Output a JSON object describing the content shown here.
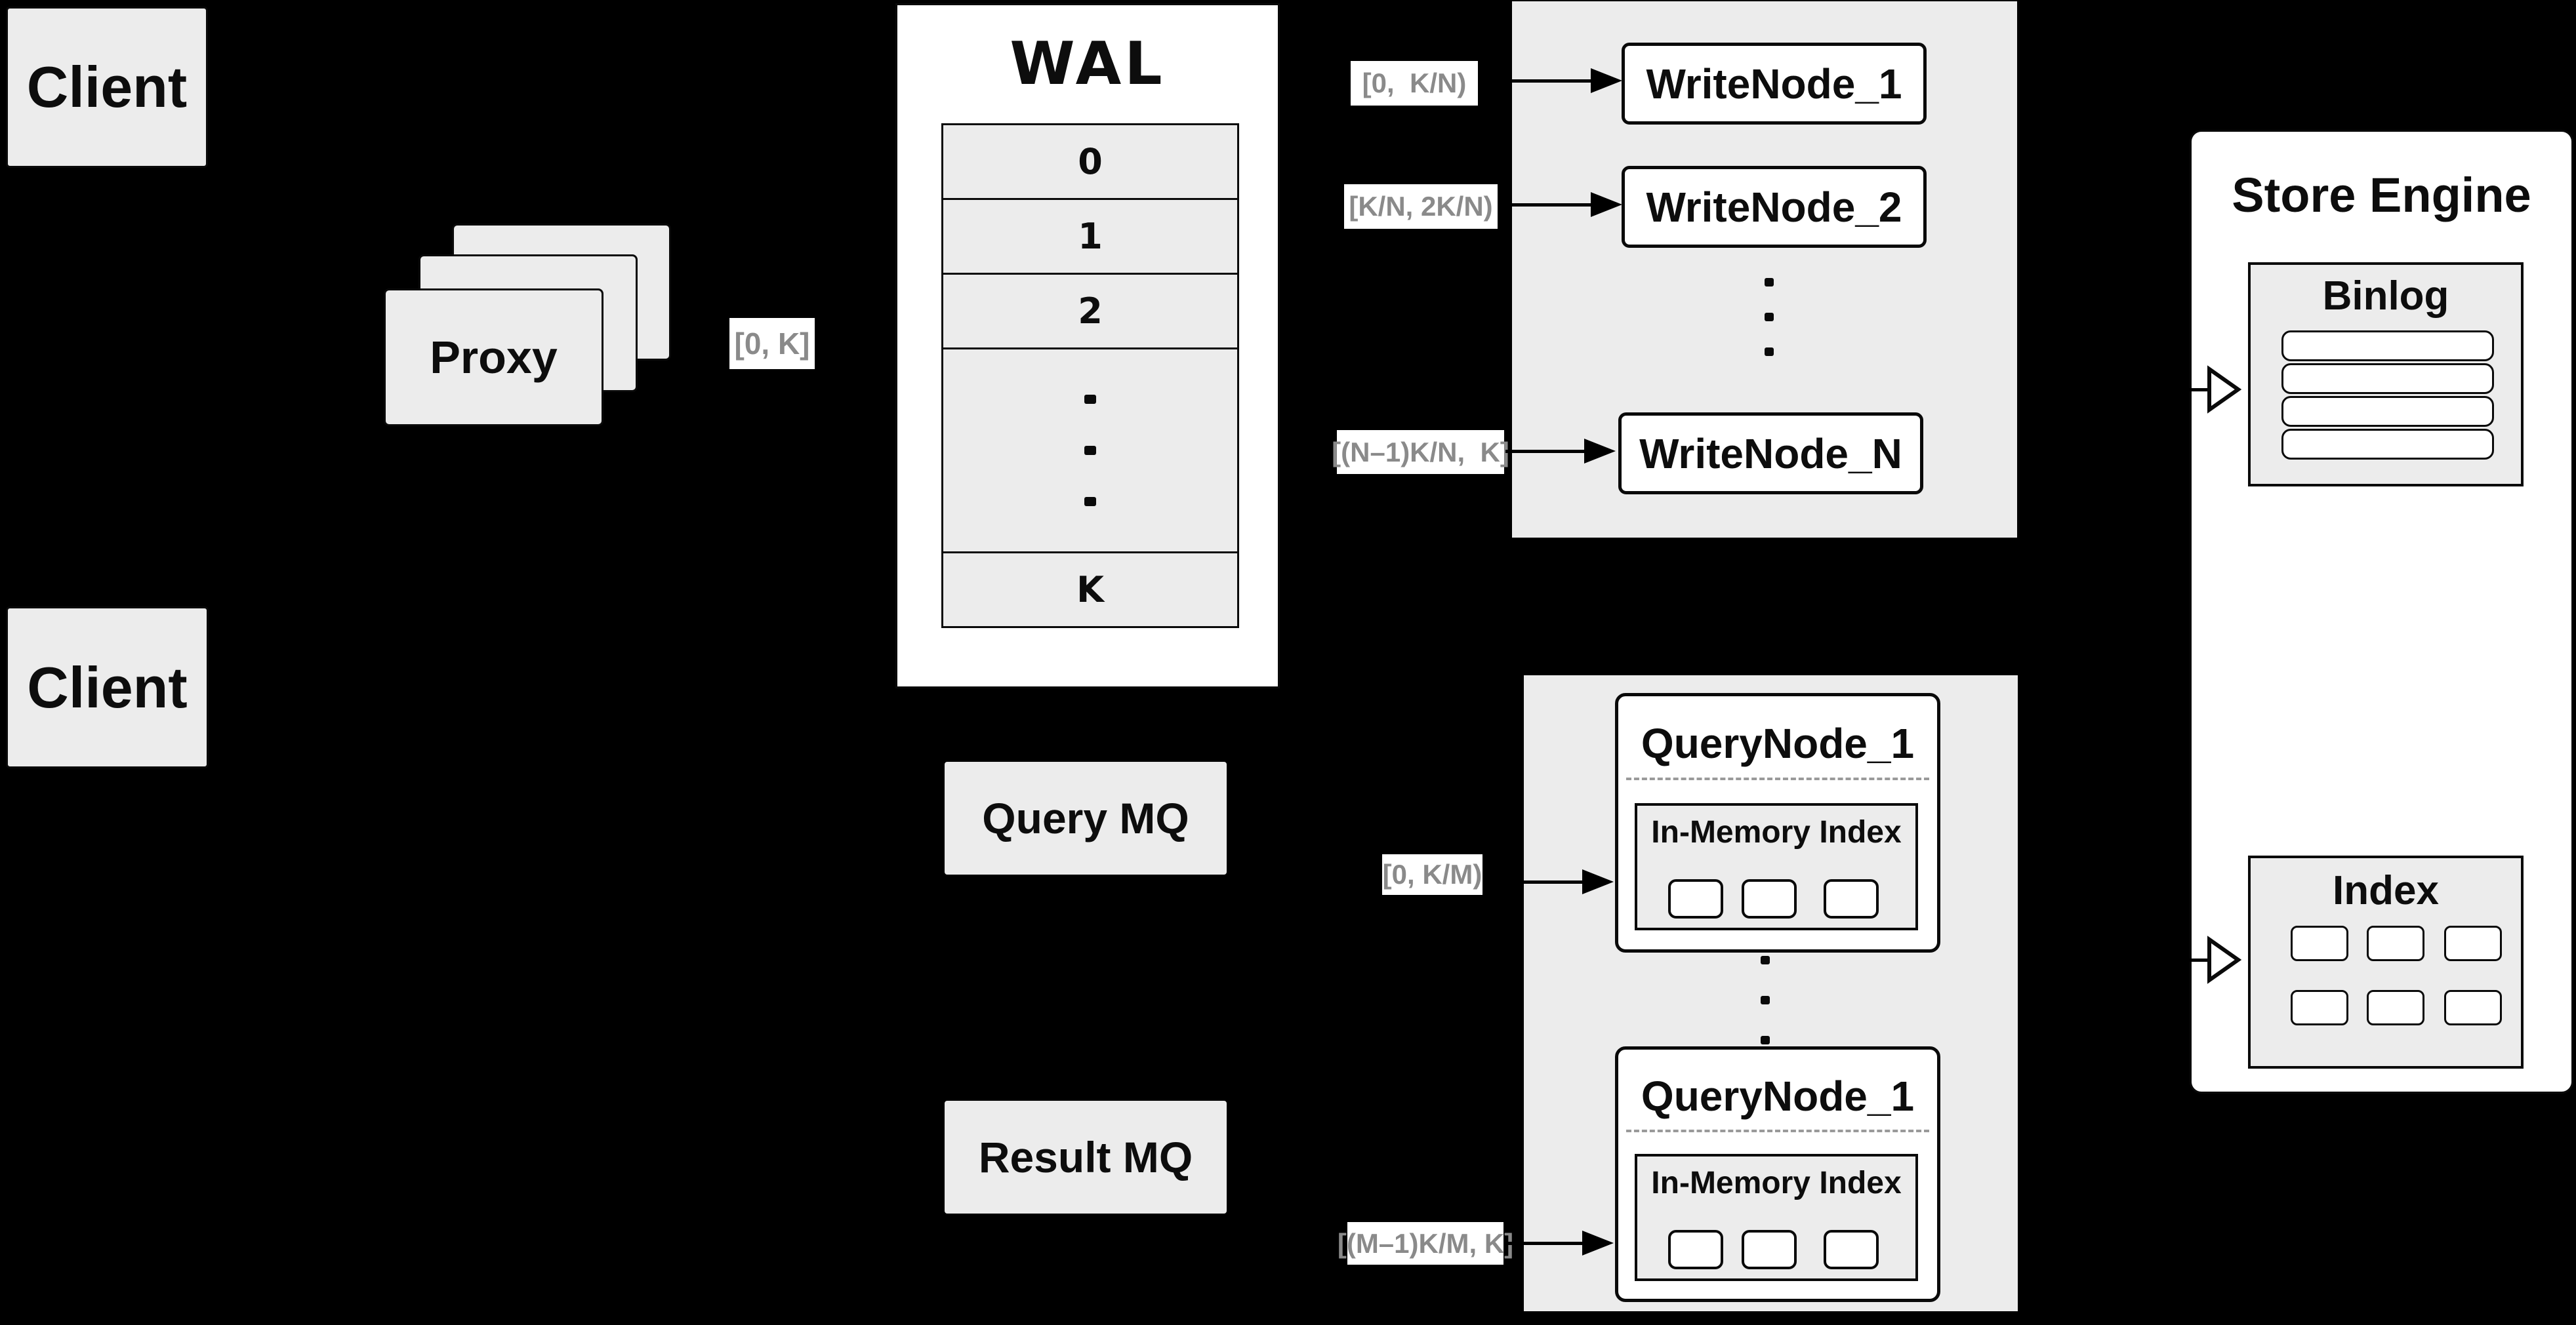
{
  "colors": {
    "background": "#000000",
    "panel_gray": "#ececec",
    "box_white": "#ffffff",
    "line_black": "#0a0a0a",
    "chip_text_gray": "#8a8a8a",
    "dashed_gray": "#9a9a9a"
  },
  "clients": {
    "top_label": "Client",
    "bottom_label": "Client"
  },
  "proxy": {
    "label": "Proxy",
    "range_chip": "[0, K]"
  },
  "wal": {
    "title": "WAL",
    "segments": [
      "0",
      "1",
      "2",
      "K"
    ]
  },
  "write_group": {
    "node1": {
      "label": "WriteNode_1",
      "range_chip": "[0,  K/N)"
    },
    "node2": {
      "label": "WriteNode_2",
      "range_chip": "[K/N, 2K/N)"
    },
    "nodeN": {
      "label": "WriteNode_N",
      "range_chip": "[(N–1)K/N,  K]"
    }
  },
  "mq": {
    "query_label": "Query MQ",
    "result_label": "Result MQ"
  },
  "query_group": {
    "node_top": {
      "label": "QueryNode_1",
      "inner_label": "In-Memory Index",
      "range_chip": "[0, K/M)"
    },
    "node_bottom": {
      "label": "QueryNode_1",
      "inner_label": "In-Memory Index",
      "range_chip": "[(M–1)K/M, K]"
    }
  },
  "store_engine": {
    "title": "Store Engine",
    "binlog_label": "Binlog",
    "index_label": "Index"
  }
}
